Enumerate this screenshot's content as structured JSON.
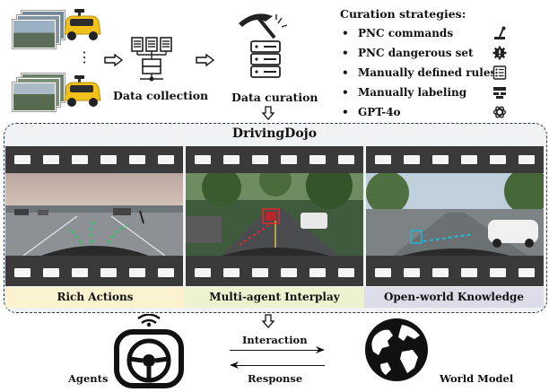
{
  "pipeline": {
    "data_collection_label": "Data collection",
    "data_curation_label": "Data curation",
    "ellipsis": "⋮"
  },
  "curation": {
    "title": "Curation strategies:",
    "bullet": "•",
    "items": [
      {
        "label": "PNC commands",
        "icon": "joystick-icon"
      },
      {
        "label": "PNC dangerous set",
        "icon": "gear-warning-icon"
      },
      {
        "label": "Manually defined rules",
        "icon": "checklist-icon"
      },
      {
        "label": "Manually labeling",
        "icon": "label-icon"
      },
      {
        "label": "GPT-4o",
        "icon": "openai-icon"
      }
    ]
  },
  "dojo": {
    "title": "DrivingDojo",
    "panels": [
      {
        "caption": "Rich Actions",
        "caption_bg": "#fbf3cf"
      },
      {
        "caption": "Multi-agent Interplay",
        "caption_bg": "#eef3cf"
      },
      {
        "caption": "Open-world Knowledge",
        "caption_bg": "#dcdde8"
      }
    ]
  },
  "interaction": {
    "agents_label": "Agents",
    "world_model_label": "World Model",
    "forward_label": "Interaction",
    "backward_label": "Response"
  },
  "colors": {
    "dashed_border": "#2b3b52",
    "vehicle_yellow": "#f2c21b",
    "trajectory_green": "#2ec26b",
    "trajectory_red": "#e02a2a",
    "trajectory_cyan": "#24b8d8"
  }
}
